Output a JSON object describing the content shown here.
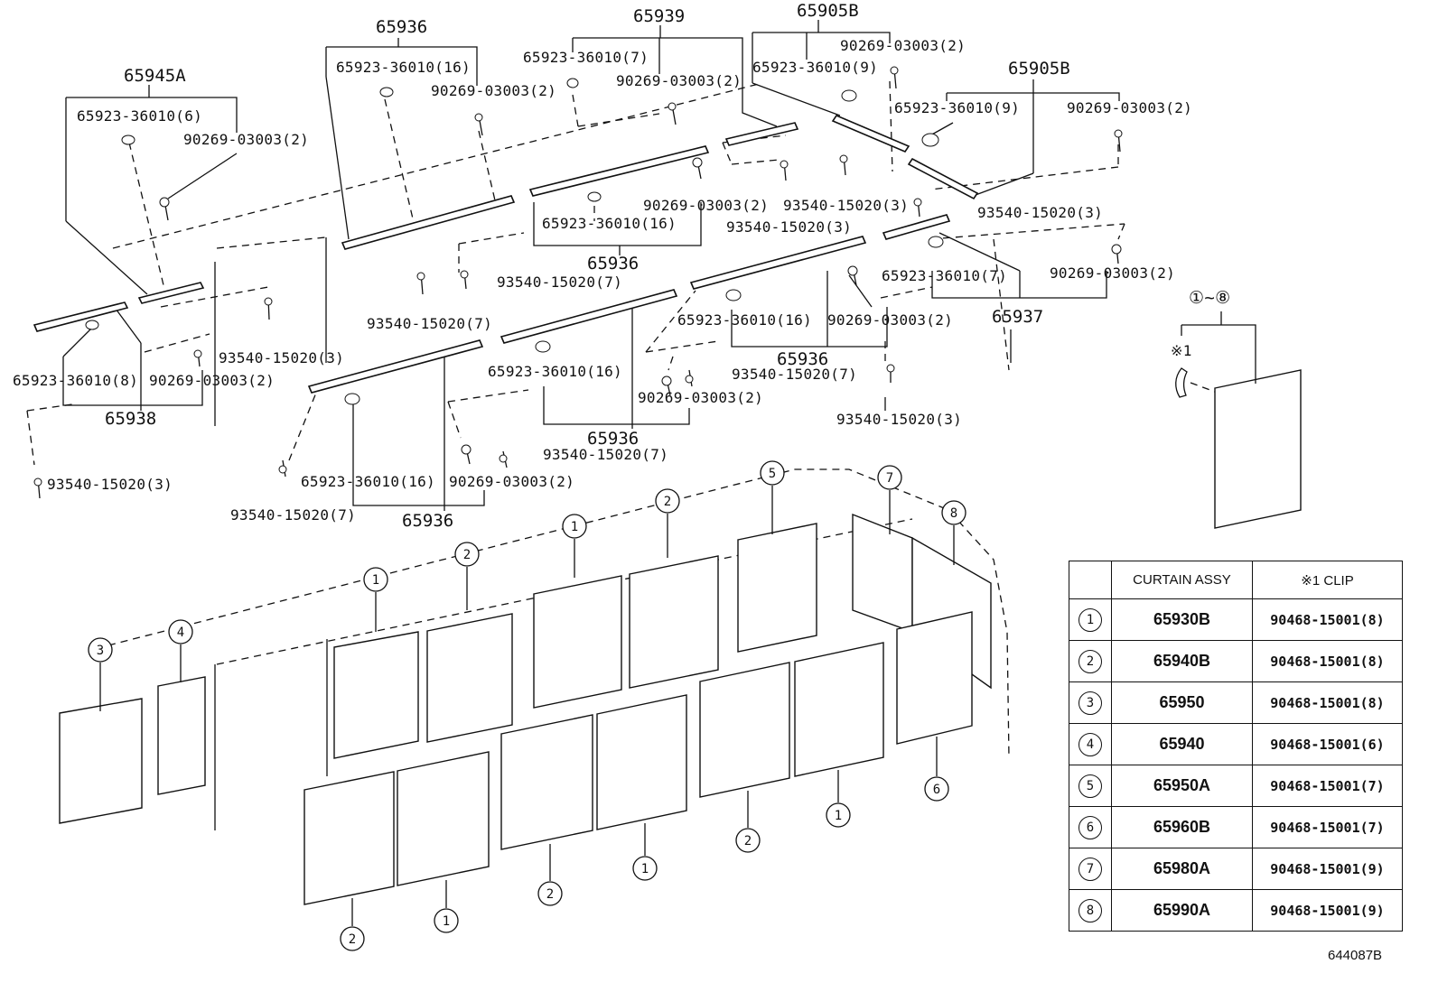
{
  "diagram_code": "644087B",
  "callouts": [
    "65936",
    "65939",
    "65905B",
    "65945A",
    "65905B",
    "65923-36010(16)",
    "90269-03003(2)",
    "65923-36010(7)",
    "90269-03003(2)",
    "65923-36010(9)",
    "90269-03003(2)",
    "65923-36010(6)",
    "90269-03003(2)",
    "65923-36010(9)",
    "90269-03003(2)",
    "90269-03003(2)",
    "65923-36010(16)",
    "65936",
    "93540-15020(3)",
    "93540-15020(3)",
    "93540-15020(3)",
    "93540-15020(7)",
    "93540-15020(7)",
    "93540-15020(3)",
    "65923-36010(7)",
    "90269-03003(2)",
    "65937",
    "65923-36010(8)",
    "90269-03003(2)",
    "65938",
    "65923-36010(16)",
    "90269-03003(2)",
    "65936",
    "93540-15020(7)",
    "90269-03003(2)",
    "65923-36010(16)",
    "65936",
    "93540-15020(7)",
    "93540-15020(3)",
    "65923-36010(16)",
    "90269-03003(2)",
    "93540-15020(7)",
    "65936",
    "93540-15020(3)"
  ],
  "panel_numbers": [
    "1",
    "2",
    "3",
    "4",
    "5",
    "6",
    "7",
    "8"
  ],
  "inset_label": "①~⑧",
  "inset_note": "※1",
  "table": {
    "headers": [
      "",
      "CURTAIN ASSY",
      "※1 CLIP"
    ],
    "rows": [
      {
        "idx": "1",
        "assy": "65930B",
        "clip": "90468-15001(8)"
      },
      {
        "idx": "2",
        "assy": "65940B",
        "clip": "90468-15001(8)"
      },
      {
        "idx": "3",
        "assy": "65950",
        "clip": "90468-15001(8)"
      },
      {
        "idx": "4",
        "assy": "65940",
        "clip": "90468-15001(6)"
      },
      {
        "idx": "5",
        "assy": "65950A",
        "clip": "90468-15001(7)"
      },
      {
        "idx": "6",
        "assy": "65960B",
        "clip": "90468-15001(7)"
      },
      {
        "idx": "7",
        "assy": "65980A",
        "clip": "90468-15001(9)"
      },
      {
        "idx": "8",
        "assy": "65990A",
        "clip": "90468-15001(9)"
      }
    ]
  }
}
